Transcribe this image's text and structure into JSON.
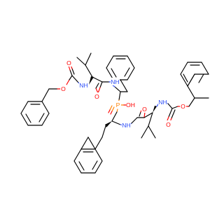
{
  "molecule": {
    "labels": {
      "o1": "O",
      "o2": "O",
      "nh1": "NH",
      "nh2": "NH",
      "o3": "O",
      "p": "P",
      "oh": "OH",
      "nh3": "NH",
      "o4": "O",
      "nh4": "NH",
      "o5": "O",
      "o6": "O"
    }
  },
  "colors": {
    "bond": "#000000",
    "oxygen": "#ff0000",
    "nitrogen": "#3050f8",
    "phosphorus": "#ff8000",
    "background": "#ffffff"
  }
}
